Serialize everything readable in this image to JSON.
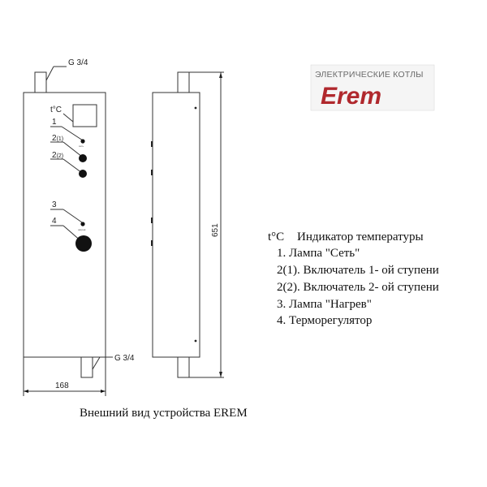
{
  "front_view": {
    "top_pipe_label": "G 3/4",
    "bottom_pipe_label": "G 3/4",
    "temp_display_label": "t°C",
    "callouts": [
      "1",
      "2",
      "2",
      "3",
      "4"
    ],
    "callout_subs": [
      "",
      "(1)",
      "(2)",
      "",
      ""
    ],
    "lamp_labels": [
      "сеть",
      "нагрев"
    ],
    "width_dim": "168"
  },
  "side_view": {
    "height_dim": "651"
  },
  "logo": {
    "top_text": "ЭЛЕКТРИЧЕСКИЕ КОТЛЫ",
    "brand": "Erem"
  },
  "legend": {
    "symbol": "t°C",
    "title": "Индикатор температуры",
    "items": [
      "1.  Лампа \"Сеть\"",
      "2(1). Включатель 1- ой ступени",
      "2(2). Включатель 2- ой ступени",
      "3.  Лампа \"Нагрев\"",
      "4.  Терморегулятор"
    ]
  },
  "caption": "Внешний вид устройства EREM"
}
